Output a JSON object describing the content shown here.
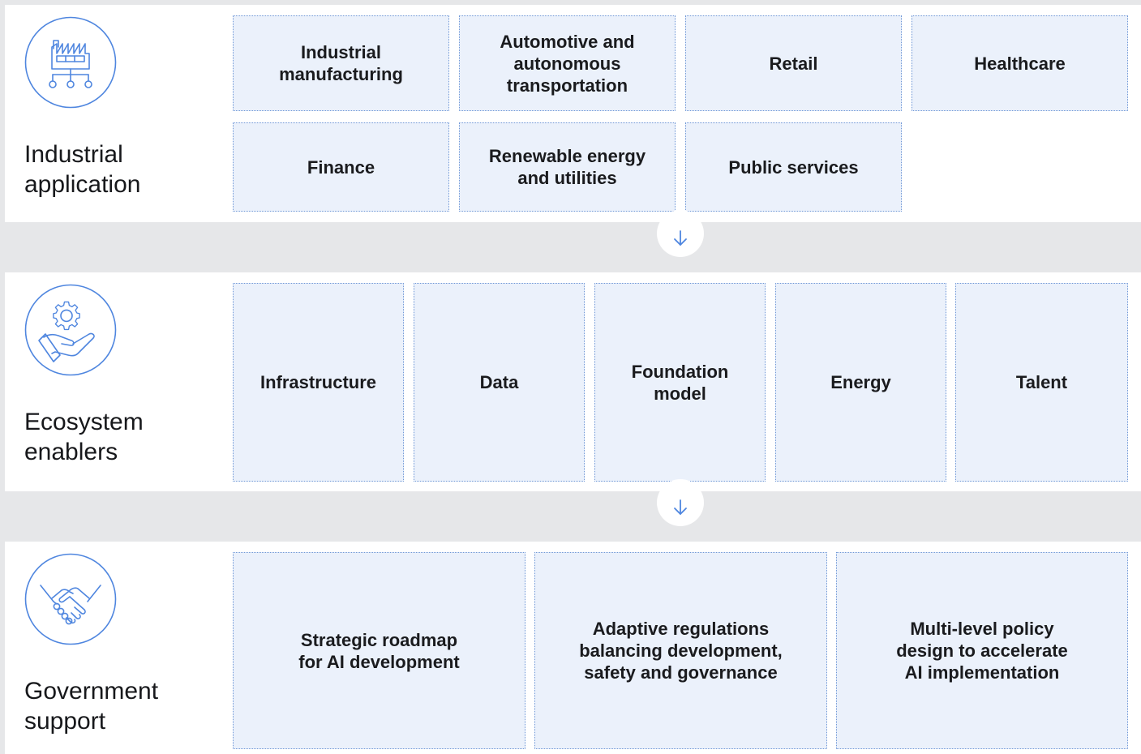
{
  "sections": [
    {
      "title": "Industrial\napplication",
      "icon": "factory-network-icon",
      "items": [
        "Industrial\nmanufacturing",
        "Automotive and\nautonomous\ntransportation",
        "Retail",
        "Healthcare",
        "Finance",
        "Renewable energy\nand utilities",
        "Public services"
      ]
    },
    {
      "title": "Ecosystem\nenablers",
      "icon": "hand-gear-icon",
      "items": [
        "Infrastructure",
        "Data",
        "Foundation\nmodel",
        "Energy",
        "Talent"
      ]
    },
    {
      "title": "Government\nsupport",
      "icon": "handshake-icon",
      "items": [
        "Strategic roadmap\nfor AI development",
        "Adaptive regulations\nbalancing development,\nsafety and governance",
        "Multi-level policy\ndesign to accelerate\nAI implementation"
      ]
    }
  ],
  "connectors": [
    "arrow-down-icon",
    "arrow-down-icon"
  ],
  "colors": {
    "background": "#e6e7e9",
    "panel": "#ffffff",
    "box_fill": "#ebf1fb",
    "box_border": "#6f97d6",
    "icon_stroke": "#4f86df",
    "text": "#1a1b1e"
  }
}
